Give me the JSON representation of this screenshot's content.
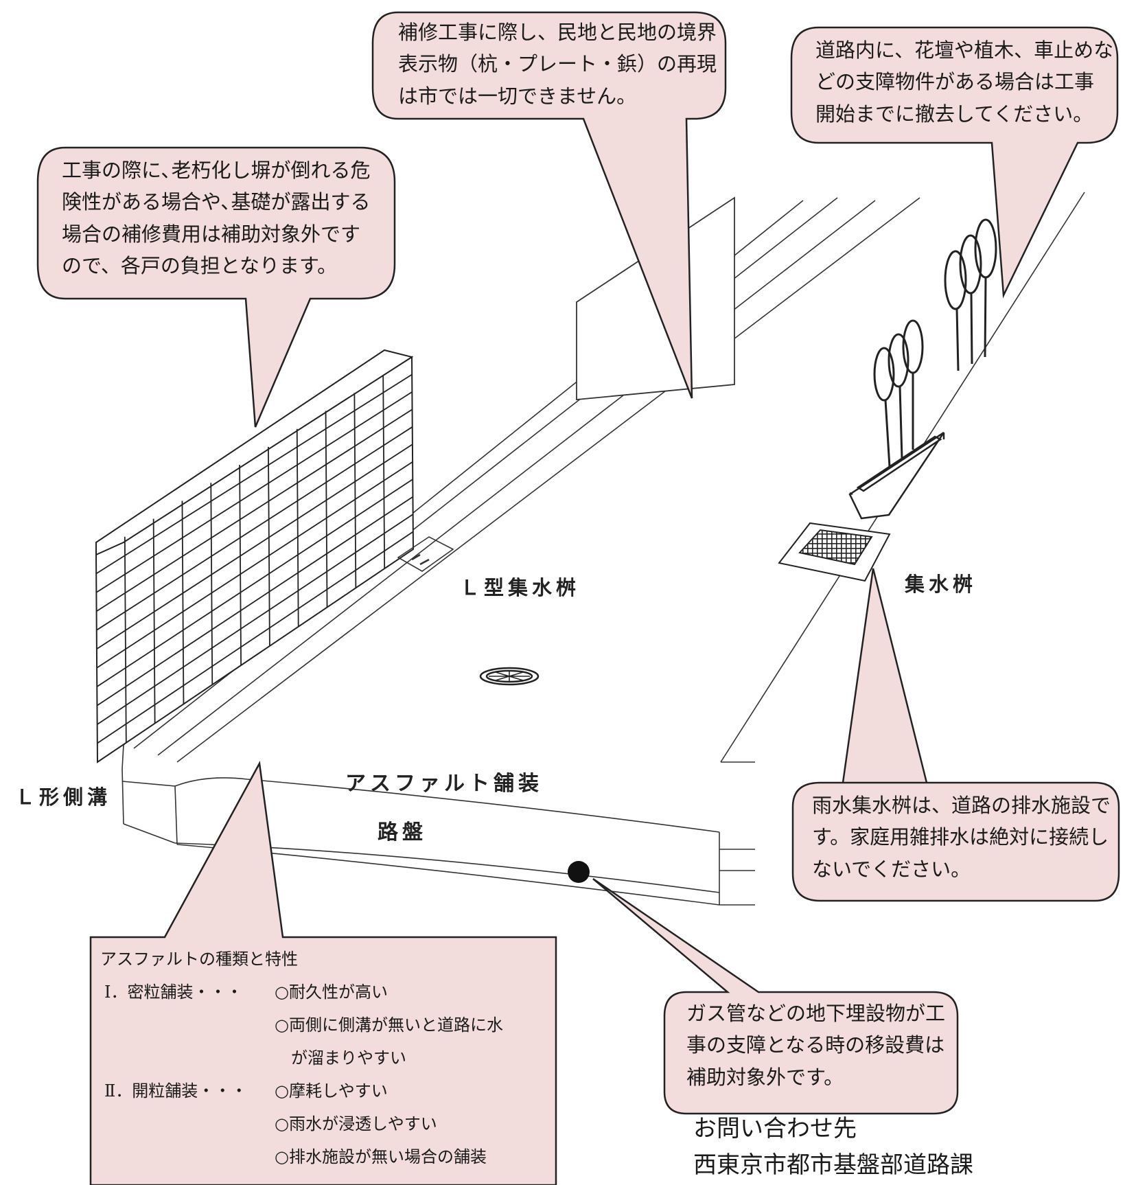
{
  "callouts": {
    "boundary": "補修工事に際し、民地と民地の境界\n表示物（杭・プレート・鋲）の再現\nは市では一切できません。",
    "obstacles": "道路内に、花壇や植木、車止めな\nどの支障物件がある場合は工事\n開始までに撤去してください。",
    "wall": "工事の際に､老朽化し塀が倒れる危\n険性がある場合や､基礎が露出する\n場合の補修費用は補助対象外です\nので、各戸の負担となります。",
    "drain": "雨水集水桝は、道路の排水施設で\nす。家庭用雑排水は絶対に接続し\nないでください。",
    "gas": "ガス管などの地下埋設物が工\n事の支障となる時の移設費は\n補助対象外です。"
  },
  "labels": {
    "l_catch_basin": "Ｌ型集水桝",
    "catch_basin": "集水桝",
    "l_gutter": "Ｌ形側溝",
    "asphalt": "アスファルト舗装",
    "roadbed": "路盤"
  },
  "asphalt_info": {
    "title": "アスファルトの種類と特性",
    "dense_label": "Ⅰ．密粒舗装・・・",
    "dense_points": [
      "○耐久性が高い",
      "○両側に側溝が無いと道路に水",
      "が溜まりやすい"
    ],
    "open_label": "Ⅱ．開粒舗装・・・",
    "open_points": [
      "○摩耗しやすい",
      "○雨水が浸透しやすい",
      "○排水施設が無い場合の舗装"
    ]
  },
  "contact": {
    "heading": "お問い合わせ先",
    "department": "西東京市都市基盤部道路課"
  },
  "colors": {
    "callout_fill": "#f2dcdc",
    "stroke": "#222222"
  }
}
